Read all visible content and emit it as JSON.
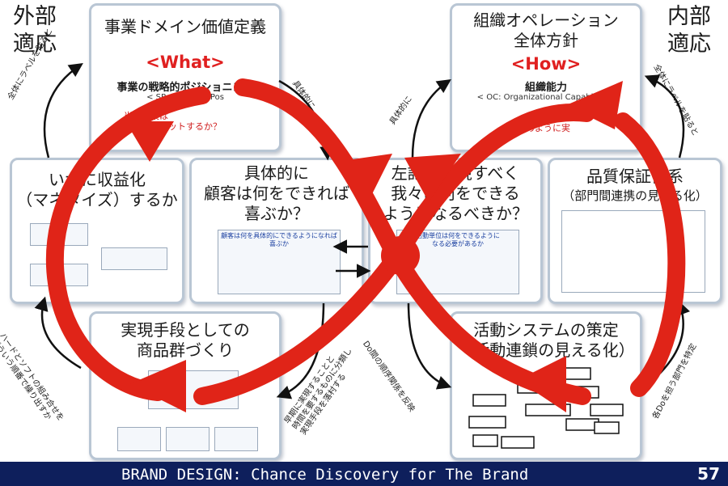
{
  "sides": {
    "left": "外部\n適応",
    "right": "内部\n適応"
  },
  "boxes": {
    "domain": {
      "title": "事業ドメイン価値定義",
      "accent": "<What>",
      "bold": "事業の戦略的ポジショニング",
      "small": "< SP: Strategic Pos",
      "red": "当該事業は\n実現にコミットするか？"
    },
    "operation": {
      "title": "組織オペレーション\n全体方針",
      "accent": "<How>",
      "bold": "組織能力",
      "small": "< OC: Organizational Capability >",
      "red": "どのように実"
    },
    "monetize": {
      "title": "いかに収益化\n（マネタイズ）するか"
    },
    "customer": {
      "title": "具体的に\n顧客は何をできれば\n喜ぶか？",
      "inner": "顧客は何を具体的にできるようになれば喜ぶか"
    },
    "capability": {
      "title": "左記を実現すべく\n我々は何をできる\nようになるべきか？",
      "inner": "活動単位は何をできるように\nなる必要があるか"
    },
    "quality": {
      "title": "品質保証体系",
      "subtitle": "（部門間連携の見える化）"
    },
    "products": {
      "title": "実現手段としての\n商品群づくり"
    },
    "activity": {
      "title": "活動システムの策定",
      "subtitle": "（活動連鎖の見える化）"
    }
  },
  "side_labels": {
    "left_top": "全体にラベルを貼ると",
    "right_top": "全体にラベルを貼ると",
    "left_bottom": "ハードとソフトの組み合せを\nどういう順番で繰り出すか",
    "right_bottom": "各Doを担う部門を特定",
    "center_left_top": "具体的に",
    "center_right_top": "具体的に",
    "center_left_bottom": "早期に実現することと\n時間を要するものに分類し\n実現手段を落村する",
    "center_right_bottom": "Do間の順序関係を反映"
  },
  "footer": {
    "title": "BRAND DESIGN: Chance Discovery for The Brand",
    "page": "57"
  },
  "colors": {
    "red": "#e02418",
    "navy": "#0e1f5c",
    "box_border": "#b9c6d4"
  }
}
